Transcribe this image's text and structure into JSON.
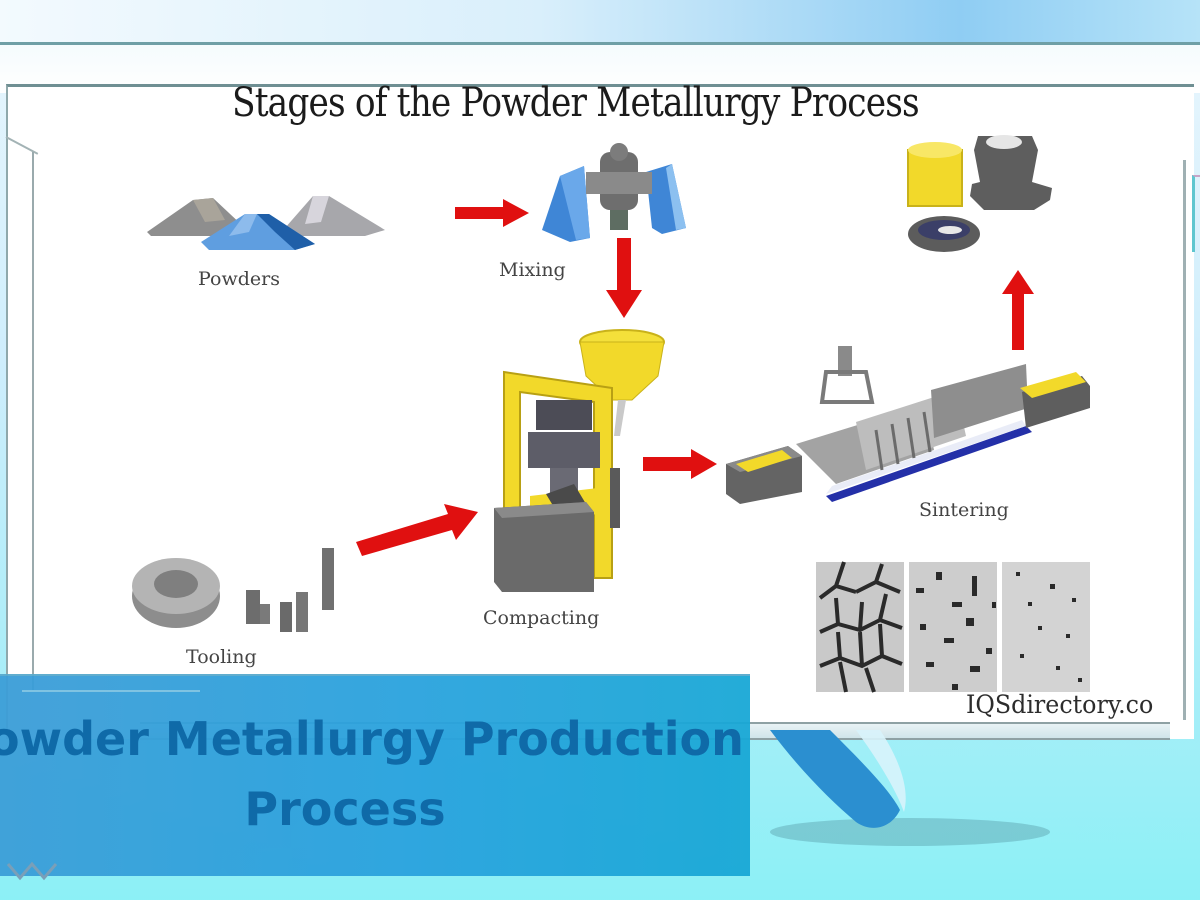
{
  "diagram": {
    "title": "Stages of the Powder Metallurgy Process",
    "stages": [
      {
        "id": "powders",
        "label": "Powders"
      },
      {
        "id": "mixing",
        "label": "Mixing"
      },
      {
        "id": "compacting",
        "label": "Compacting"
      },
      {
        "id": "sintering",
        "label": "Sintering"
      },
      {
        "id": "tooling",
        "label": "Tooling"
      },
      {
        "id": "finished-parts",
        "label": ""
      }
    ],
    "flow": [
      {
        "from": "powders",
        "to": "mixing"
      },
      {
        "from": "mixing",
        "to": "compacting"
      },
      {
        "from": "tooling",
        "to": "compacting"
      },
      {
        "from": "compacting",
        "to": "sintering"
      },
      {
        "from": "sintering",
        "to": "finished-parts"
      }
    ],
    "watermark": "IQSdirectory.co",
    "colors": {
      "arrow": "#e01010",
      "powder_blue": "#4a8fd6",
      "machine_yellow": "#f2d92a",
      "machine_gray": "#7a7a7a",
      "conveyor_blue": "#2430a8"
    }
  },
  "banner": {
    "line1": "owder Metallurgy Production",
    "line2": "Process",
    "colors": {
      "background": "#2aa3de",
      "text": "#0f6aa8"
    }
  }
}
